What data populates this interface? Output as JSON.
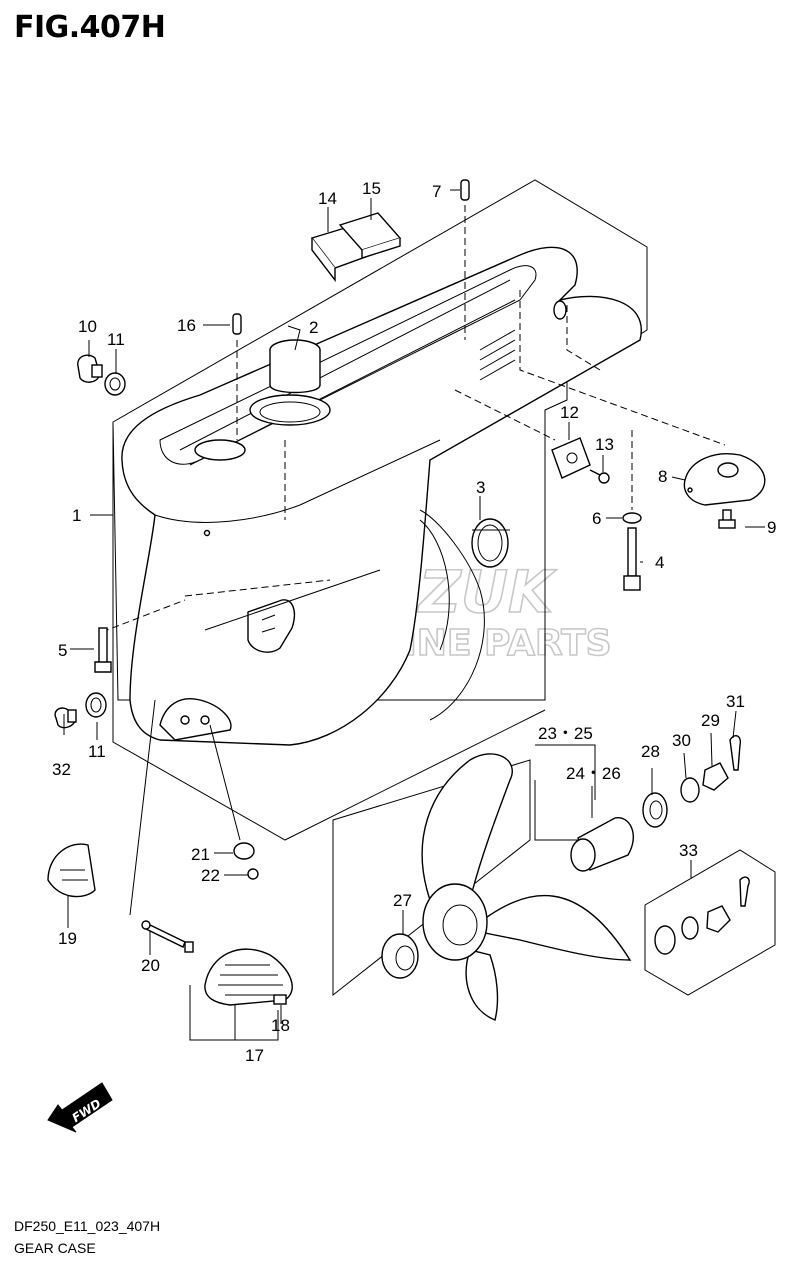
{
  "figure": {
    "title": "FIG.407H",
    "footer_code": "DF250_E11_023_407H",
    "footer_name": "GEAR CASE",
    "watermark_line1": "SUZUK",
    "watermark_line2": "MARINE PARTS",
    "fwd_label": "FWD"
  },
  "callouts": {
    "c1": "1",
    "c2": "2",
    "c3": "3",
    "c4": "4",
    "c5": "5",
    "c6": "6",
    "c7": "7",
    "c8": "8",
    "c9": "9",
    "c10": "10",
    "c11a": "11",
    "c11b": "11",
    "c12": "12",
    "c13": "13",
    "c14": "14",
    "c15": "15",
    "c16": "16",
    "c17": "17",
    "c18": "18",
    "c19": "19",
    "c20": "20",
    "c21": "21",
    "c22": "22",
    "c2325": "23・25",
    "c2426": "24・26",
    "c27": "27",
    "c28": "28",
    "c29": "29",
    "c30": "30",
    "c31": "31",
    "c32": "32",
    "c33": "33"
  }
}
